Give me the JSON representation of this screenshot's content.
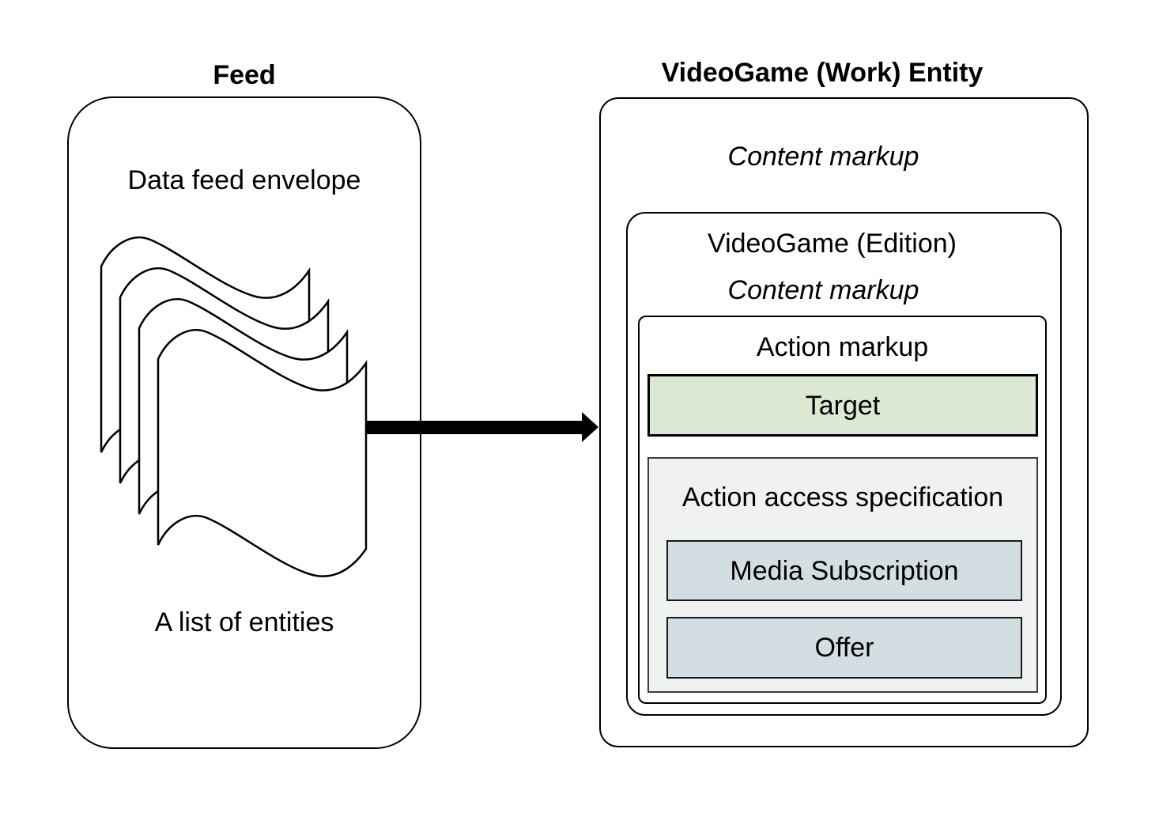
{
  "diagram": {
    "feed": {
      "title": "Feed",
      "envelope": "Data feed envelope",
      "entities": "A list of entities"
    },
    "entity": {
      "title": "VideoGame (Work) Entity",
      "content_markup": "Content markup",
      "edition": {
        "title": "VideoGame (Edition)",
        "content_markup": "Content markup",
        "action": {
          "title": "Action markup",
          "target": "Target",
          "access": {
            "title": "Action access specification",
            "items": [
              "Media Subscription",
              "Offer"
            ]
          }
        }
      }
    },
    "colors": {
      "target_fill": "#dde8d4",
      "access_fill": "#f0f1f1",
      "item_fill": "#d3dee3",
      "line": "#000000"
    }
  }
}
